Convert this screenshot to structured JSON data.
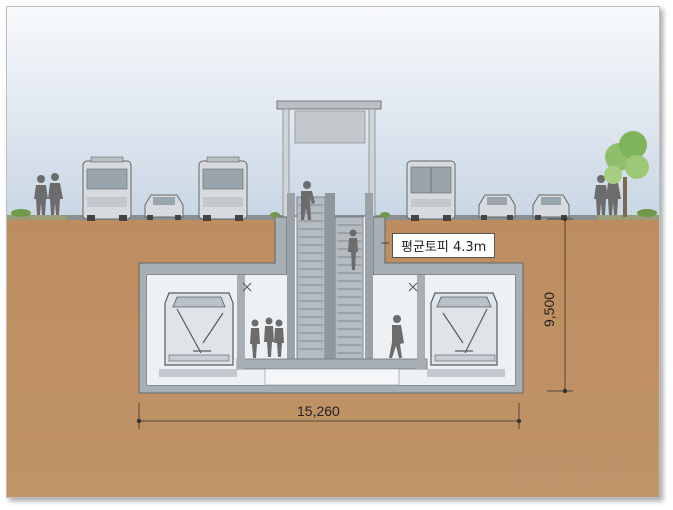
{
  "diagram": {
    "callout_label": "평균토피 4.3m",
    "width_dimension": "15,260",
    "depth_dimension": "9,500",
    "watermark": "엉뚱마녀"
  },
  "colors": {
    "sky_top": "#f7f9fb",
    "sky_bottom": "#cfdbe8",
    "soil": "#b98a5e",
    "concrete": "#a9b0b6",
    "concrete_dark": "#6f777d",
    "interior": "#eef1f3"
  }
}
